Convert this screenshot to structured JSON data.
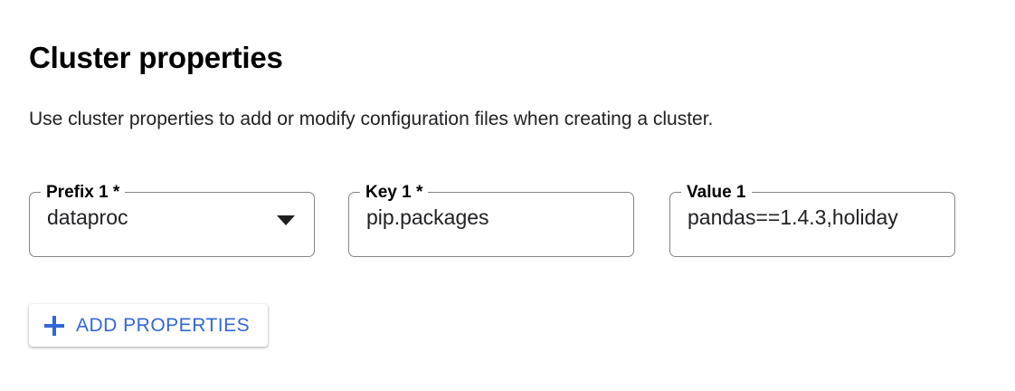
{
  "page": {
    "title": "Cluster properties",
    "description": "Use cluster properties to add or modify configuration files when creating a cluster."
  },
  "fields": [
    {
      "name": "prefix",
      "label": "Prefix 1 *",
      "value": "dataproc",
      "type": "select",
      "icon": "chevron-down-icon"
    },
    {
      "name": "key",
      "label": "Key 1 *",
      "value": "pip.packages",
      "type": "text"
    },
    {
      "name": "value",
      "label": "Value 1",
      "value": "pandas==1.4.3,holiday",
      "type": "text"
    }
  ],
  "actions": {
    "add_properties_label": "ADD PROPERTIES",
    "add_properties_icon": "plus-icon"
  },
  "colors": {
    "accent_blue": "#3367d6",
    "text_primary": "#202124",
    "field_border": "#80868b",
    "background": "#ffffff"
  }
}
